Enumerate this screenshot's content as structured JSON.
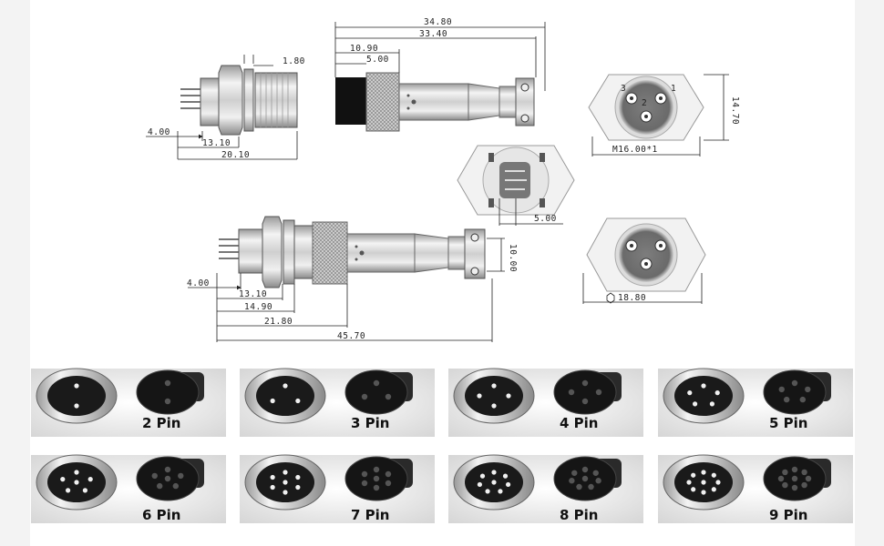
{
  "drawing": {
    "side_view": {
      "dim_1_80": "1.80",
      "dim_4_00": "4.00",
      "dim_13_10": "13.10",
      "dim_20_10": "20.10"
    },
    "top_plug": {
      "dim_34_80": "34.80",
      "dim_33_40": "33.40",
      "dim_10_90": "10.90",
      "dim_5_00": "5.00"
    },
    "face_front": {
      "dim_14_70": "14.70",
      "dim_thread": "M16.00*1",
      "pin_numbers": [
        "3",
        "1",
        "2"
      ]
    },
    "face_back": {
      "dim_5_00": "5.00"
    },
    "bottom_assembly": {
      "dim_10_00": "10.00",
      "dim_4_00": "4.00",
      "dim_13_10": "13.10",
      "dim_14_90": "14.90",
      "dim_21_80": "21.80",
      "dim_45_70": "45.70"
    },
    "face_nut": {
      "dim_18_80": "18.80"
    }
  },
  "pin_variants": [
    {
      "label": "2 Pin",
      "pins": 2
    },
    {
      "label": "3 Pin",
      "pins": 3
    },
    {
      "label": "4 Pin",
      "pins": 4
    },
    {
      "label": "5 Pin",
      "pins": 5
    },
    {
      "label": "6 Pin",
      "pins": 6
    },
    {
      "label": "7 Pin",
      "pins": 7
    },
    {
      "label": "8 Pin",
      "pins": 8
    },
    {
      "label": "9 Pin",
      "pins": 9
    }
  ],
  "colors": {
    "metal_light": "#e8e8e8",
    "metal_dark": "#7a7a7a",
    "insulator": "#111111",
    "line": "#222222"
  }
}
